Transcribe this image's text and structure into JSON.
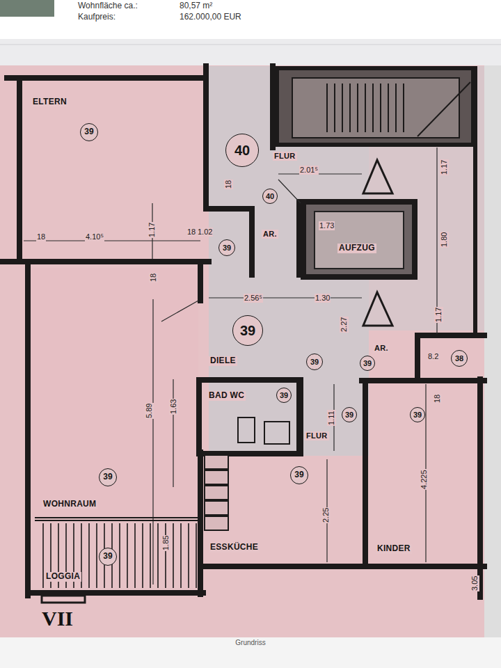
{
  "diagram": {
    "caption": "Grundriss",
    "nodes": [
      {
        "text": [
          "ELTERN"
        ]
      },
      {
        "text": [
          "39"
        ],
        "in": 0
      },
      {
        "text": [
          "40"
        ]
      },
      {
        "text": [
          "FLUR"
        ]
      },
      {
        "text": [
          "40"
        ],
        "in": 3
      },
      {
        "text": [
          "39"
        ]
      },
      {
        "text": [
          "AR."
        ]
      },
      {
        "text": [
          "AUFZUG"
        ]
      },
      {
        "text": [
          "DIELE"
        ]
      },
      {
        "text": [
          "39"
        ],
        "in": 8
      },
      {
        "text": [
          "39"
        ],
        "in": 8
      },
      {
        "text": [
          "AR."
        ]
      },
      {
        "text": [
          "39"
        ],
        "in": 11
      },
      {
        "text": [
          "38"
        ]
      },
      {
        "text": [
          "BAD WC"
        ]
      },
      {
        "text": [
          "39"
        ],
        "in": 14
      },
      {
        "text": [
          "FLUR"
        ]
      },
      {
        "text": [
          "39"
        ],
        "in": 16
      },
      {
        "text": [
          "KINDER"
        ]
      },
      {
        "text": [
          "39"
        ],
        "in": 18
      },
      {
        "text": [
          "WOHNRAUM"
        ]
      },
      {
        "text": [
          "39"
        ],
        "in": 20
      },
      {
        "text": [
          "LOGGIA"
        ]
      },
      {
        "text": [
          "39"
        ],
        "in": 22
      },
      {
        "text": [
          "ESSKÜCHE"
        ]
      },
      {
        "text": [
          "39"
        ],
        "in": 24
      }
    ],
    "labels": [
      "Wohnfläche ca.:",
      "80,57 m²",
      "Kaufpreis:",
      "162.000,00 EUR",
      "18",
      "4.10⁵",
      "1.17",
      "18",
      "1.02",
      "18",
      "2.01⁵",
      "1.73",
      "1.17",
      "1.80",
      "1.17",
      "18",
      "2.56⁵",
      "1.30",
      "2.27",
      "5.89",
      "1.63",
      "8.2",
      "1.11",
      "2.25",
      "4.225",
      "18",
      "1.85",
      "3.05",
      "VII"
    ]
  }
}
